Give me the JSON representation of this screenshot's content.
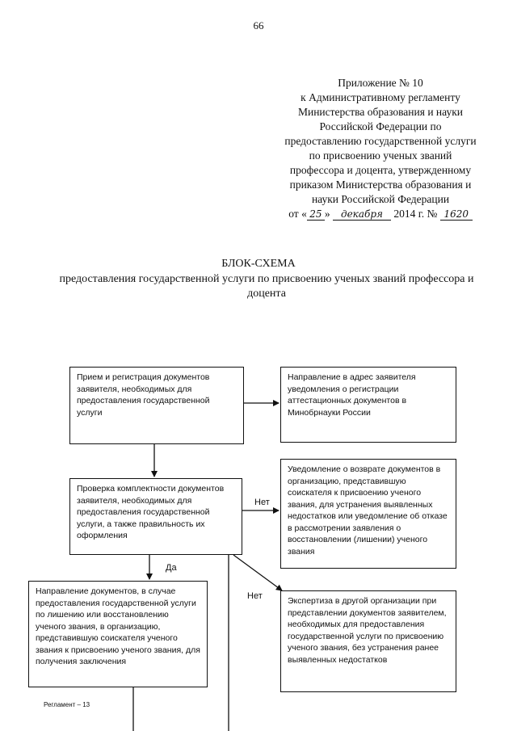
{
  "page_number": "66",
  "appendix": {
    "lines": [
      "Приложение № 10",
      "к Административному регламенту",
      "Министерства образования и науки",
      "Российской Федерации по",
      "предоставлению государственной услуги",
      "по присвоению ученых званий",
      "профессора и доцента, утвержденному",
      "приказом Министерства образования и",
      "науки Российской Федерации"
    ],
    "sign": {
      "prefix": "от «",
      "day": "25",
      "close_quote": "»",
      "month": "декабря",
      "year": "2014 г. №",
      "number": "1620"
    }
  },
  "title": "БЛОК-СХЕМА",
  "subtitle": "предоставления государственной услуги по присвоению ученых званий профессора и доцента",
  "flowchart": {
    "boxes": [
      {
        "id": "reception",
        "text": "Прием и регистрация документов заявителя, необходимых для предоставления государственной услуги"
      },
      {
        "id": "notification-registration",
        "text": "Направление в адрес заявителя уведомления о регистрации аттестационных документов в Минобрнауки России"
      },
      {
        "id": "completeness-check",
        "text": "Проверка комплектности документов заявителя, необходимых для предоставления государственной услуги, а также правильность их оформления"
      },
      {
        "id": "return-notice",
        "text": "Уведомление о возврате документов в организацию, представившую соискателя к присвоению ученого звания, для устранения выявленных недостатков или уведомление об отказе в рассмотрении заявления о восстановлении (лишении) ученого звания"
      },
      {
        "id": "send-for-conclusion",
        "text": "Направление документов, в случае предоставления государственной услуги по лишению или восстановлению ученого звания, в организацию, представившую соискателя ученого звания к присвоению ученого звания, для получения заключения"
      },
      {
        "id": "external-expertise",
        "text": "Экспертиза в другой организации при представлении документов заявителем, необходимых для предоставления государственной услуги по присвоению ученого звания, без устранения ранее выявленных недостатков"
      }
    ],
    "labels": {
      "no_1": "Нет",
      "yes": "Да",
      "no_2": "Нет"
    }
  },
  "footer": "Регламент – 13"
}
